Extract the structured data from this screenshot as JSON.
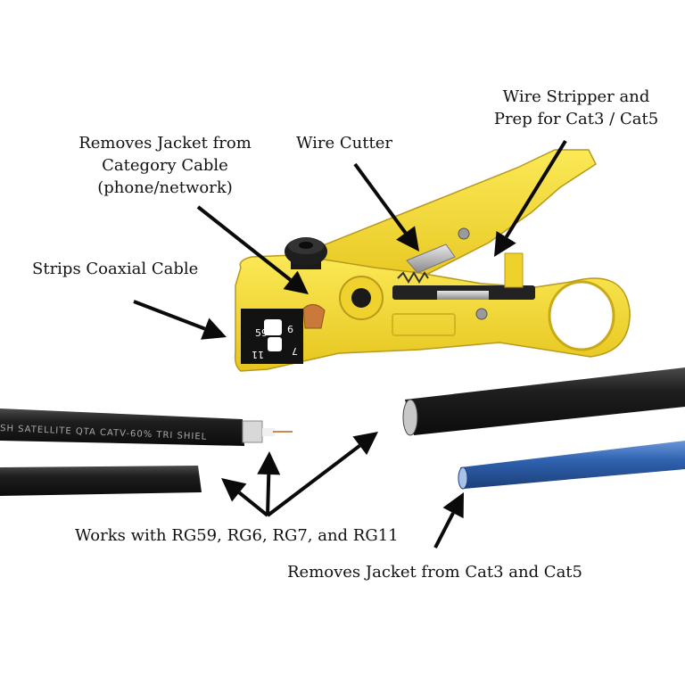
{
  "labels": {
    "removes_jacket_category": [
      "Removes Jacket from",
      "Category Cable",
      "(phone/network)"
    ],
    "wire_cutter": "Wire Cutter",
    "wire_stripper": [
      "Wire Stripper and",
      "Prep for Cat3 / Cat5"
    ],
    "strips_coaxial": "Strips Coaxial Cable",
    "works_with": "Works with RG59, RG6, RG7, and RG11",
    "removes_jacket_cat": "Removes Jacket from Cat3 and Cat5"
  },
  "tool_markings": {
    "die_59": "59",
    "die_6": "6",
    "die_11": "11",
    "die_7": "7"
  },
  "cable_print": "SH SATELLITE QTA CATV-60% TRI SHIEL",
  "colors": {
    "tool_yellow": "#f4dc32",
    "tool_shadow": "#c9a915",
    "cable_black": "#1c1c1c",
    "cable_blue": "#2f62b0",
    "copper": "#c98a4b",
    "arrow": "#0a0a0a"
  }
}
